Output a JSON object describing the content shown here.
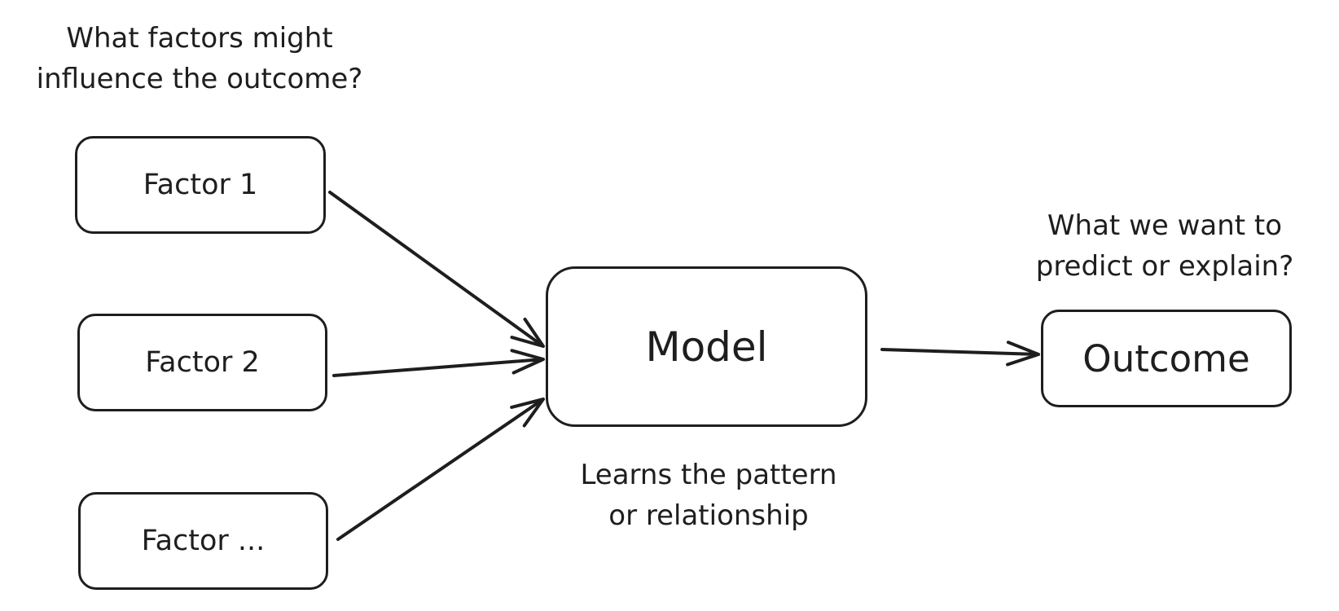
{
  "question_factors": {
    "line1": "What factors might",
    "line2": "influence the outcome?"
  },
  "factors": [
    {
      "label": "Factor 1"
    },
    {
      "label": "Factor 2"
    },
    {
      "label": "Factor ..."
    }
  ],
  "model": {
    "label": "Model",
    "caption_line1": "Learns the pattern",
    "caption_line2": "or relationship"
  },
  "outcome": {
    "label": "Outcome",
    "question_line1": "What we want to",
    "question_line2": "predict or explain?"
  },
  "colors": {
    "stroke": "#1e1e1e",
    "background": "#ffffff"
  }
}
